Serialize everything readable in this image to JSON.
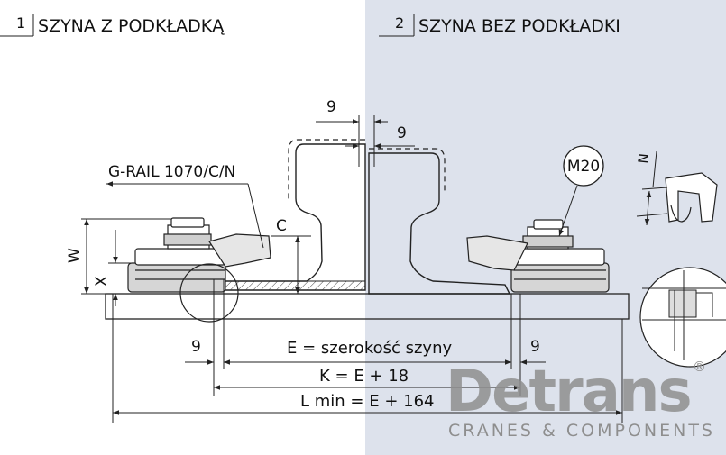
{
  "sections": [
    {
      "number": "1",
      "title": "SZYNA Z PODKŁADKĄ"
    },
    {
      "number": "2",
      "title": "SZYNA BEZ PODKŁADKI"
    }
  ],
  "callouts": {
    "clip_model": "G-RAIL 1070/C/N",
    "bolt": "M20"
  },
  "dimensions": {
    "gap_top_left": "9",
    "gap_top_right": "9",
    "gap_bottom_left": "9",
    "gap_bottom_right": "9",
    "w": "W",
    "x": "X",
    "c": "C",
    "n": "N",
    "e_formula": "E = szerokość szyny",
    "k_formula": "K = E + 18",
    "l_formula": "L min = E + 164"
  },
  "brand": {
    "name": "Detrans",
    "registered": "®",
    "tagline": "CRANES & COMPONENTS"
  },
  "colors": {
    "right_panel": "#dde2ec",
    "line": "#222222",
    "logo_grey": "#8e8e8e"
  }
}
